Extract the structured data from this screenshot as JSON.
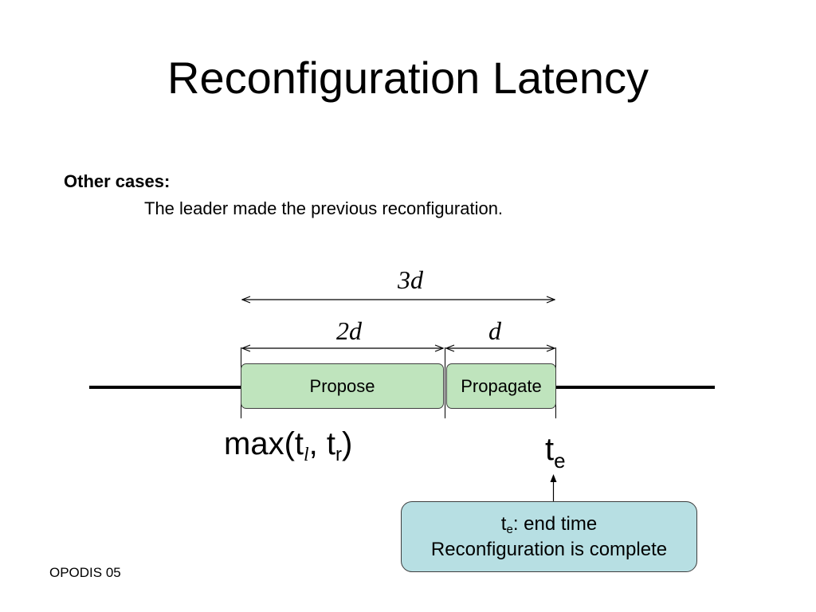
{
  "slide": {
    "title": "Reconfiguration Latency",
    "cases_heading": "Other cases:",
    "cases_text": "The leader made the previous reconfiguration.",
    "footer": "OPODIS 05"
  },
  "diagram": {
    "durations": {
      "total": "3d",
      "propose": "2d",
      "propagate": "d"
    },
    "phases": {
      "propose": "Propose",
      "propagate": "Propagate"
    },
    "start_time": {
      "prefix": "max(t",
      "sub_l": "l",
      "middle": ", t",
      "sub_r": "r",
      "suffix": ")"
    },
    "end_time": {
      "base": "t",
      "sub": "e"
    },
    "callout": {
      "line1_base": "t",
      "line1_sub": "e",
      "line1_rest": ": end time",
      "line2": "Reconfiguration is complete"
    }
  },
  "colors": {
    "phase_fill": "#bfe4bd",
    "callout_fill": "#b7dfe3",
    "line": "#000000"
  }
}
